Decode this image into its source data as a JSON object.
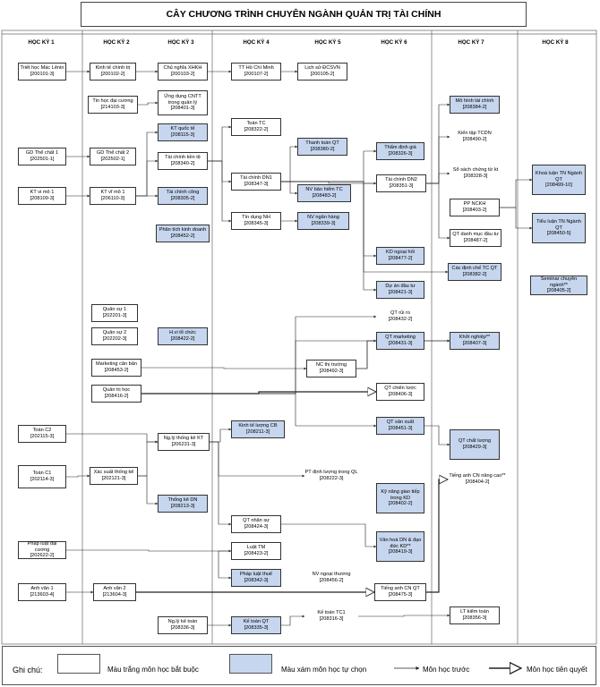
{
  "title": "CÂY CHƯƠNG TRÌNH CHUYÊN NGÀNH QUẢN TRỊ TÀI CHÍNH",
  "semesters": [
    "HỌC KỲ 1",
    "HỌC KỲ 2",
    "HỌC KỲ 3",
    "HỌC KỲ 4",
    "HỌC KỲ 5",
    "HỌC KỲ 6",
    "HỌC KỲ 7",
    "HỌC KỲ 8"
  ],
  "courses": {
    "c_mac": {
      "name": "Triết học Mác Lênin",
      "code": "[200101-3]"
    },
    "c_gdtc1": {
      "name": "GD Thể chất 1",
      "code": "[202501-1]"
    },
    "c_vimo1": {
      "name": "KT vi mô 1",
      "code": "[208109-3]"
    },
    "c_toanc2": {
      "name": "Toán C2",
      "code": "[202115-3]"
    },
    "c_toanc1": {
      "name": "Toán C1",
      "code": "[202114-3]"
    },
    "c_phapluat": {
      "name": "Pháp luật đại cương",
      "code": "[202622-2]"
    },
    "c_av1": {
      "name": "Anh văn 1",
      "code": "[213603-4]"
    },
    "c_ktct": {
      "name": "Kinh tế chính trị",
      "code": "[200102-2]"
    },
    "c_tindc": {
      "name": "Tin học đại cương",
      "code": "[214103-3]"
    },
    "c_gdtc2": {
      "name": "GD Thể chất 2",
      "code": "[202502-1]"
    },
    "c_vimo2": {
      "name": "KT vĩ mô 1",
      "code": "[206110-3]"
    },
    "c_qs1": {
      "name": "Quân sự 1",
      "code": "[202201-3]"
    },
    "c_qs2": {
      "name": "Quân sự 2",
      "code": "[202202-3]"
    },
    "c_mkt": {
      "name": "Marketing căn bản",
      "code": "[208453-2]"
    },
    "c_qth": {
      "name": "Quản trị học",
      "code": "[208416-2]"
    },
    "c_xstk": {
      "name": "Xác suất thống kê",
      "code": "[202121-3]"
    },
    "c_av2": {
      "name": "Anh văn 2",
      "code": "[213604-3]"
    },
    "c_cnxh": {
      "name": "Chủ nghĩa XHKH",
      "code": "[200103-2]"
    },
    "c_cntt": {
      "name": "Ứng dụng CNTT trong quản lý",
      "code": "[208401-3]"
    },
    "c_ktqt": {
      "name": "KT quốc tế",
      "code": "[208115-3]"
    },
    "c_tctt": {
      "name": "Tài chính tiền tệ",
      "code": "[208340-2]"
    },
    "c_tccong": {
      "name": "Tài chính công",
      "code": "[208305-2]"
    },
    "c_ptkd": {
      "name": "Phân tích kinh doanh",
      "code": "[208452-2]"
    },
    "c_hvtc": {
      "name": "H.vi tổ chức",
      "code": "[208422-2]"
    },
    "c_nltk": {
      "name": "Ng.lý thống kê KT",
      "code": "[206231-3]"
    },
    "c_tkdn": {
      "name": "Thống kê DN",
      "code": "[208213-3]"
    },
    "c_nlkt": {
      "name": "Ng.lý kế toán",
      "code": "[208336-3]"
    },
    "c_hcm": {
      "name": "TT Hồ Chí Minh",
      "code": "[200107-2]"
    },
    "c_toantc": {
      "name": "Toán TC",
      "code": "[208322-2]"
    },
    "c_tcdn1": {
      "name": "Tài chính DN1",
      "code": "[208347-3]"
    },
    "c_tdnh": {
      "name": "Tín dụng NH",
      "code": "[208345-3]"
    },
    "c_ktlcb": {
      "name": "Kinh tế lượng CB",
      "code": "[208211-3]"
    },
    "c_qtns": {
      "name": "QT nhân sự",
      "code": "[208424-3]"
    },
    "c_ltm": {
      "name": "Luật TM",
      "code": "[208423-2]"
    },
    "c_plthue": {
      "name": "Pháp luật thuế",
      "code": "[208342-3]"
    },
    "c_ktqt2": {
      "name": "Kế toán QT",
      "code": "[208335-3]"
    },
    "c_lsdcs": {
      "name": "Lịch sử ĐCSVN",
      "code": "[200105-2]"
    },
    "c_ttqt": {
      "name": "Thanh toán QT",
      "code": "[208380-2]"
    },
    "c_nvbh": {
      "name": "NV bảo hiểm TC",
      "code": "[208483-2]"
    },
    "c_nvnh": {
      "name": "NV ngân hàng",
      "code": "[208339-3]"
    },
    "c_ncth": {
      "name": "NC thị trường",
      "code": "[208492-3]"
    },
    "c_ptdl": {
      "name": "PT định lượng trong QL",
      "code": "[208222-3]"
    },
    "c_nvnt": {
      "name": "NV ngoại thương",
      "code": "[208456-2]"
    },
    "c_kttc1": {
      "name": "Kế toán TC1",
      "code": "[208316-3]"
    },
    "c_tddg": {
      "name": "Thẩm định giá",
      "code": "[208326-3]"
    },
    "c_tcdn2": {
      "name": "Tài chính DN2",
      "code": "[208351-3]"
    },
    "c_kdngh": {
      "name": "KD ngoại hối",
      "code": "[208477-2]"
    },
    "c_daut": {
      "name": "Dự án đầu tư",
      "code": "[208421-3]"
    },
    "c_qtrr": {
      "name": "QT rủi ro",
      "code": "[208432-2]"
    },
    "c_qtmkt": {
      "name": "QT marketing",
      "code": "[208431-3]"
    },
    "c_qtcl": {
      "name": "QT chiến lược",
      "code": "[208406-3]"
    },
    "c_qtsx": {
      "name": "QT sản xuất",
      "code": "[208451-3]"
    },
    "c_knggt": {
      "name": "Kỹ năng giao tiếp trong KD",
      "code": "[208402-2]"
    },
    "c_vhdn": {
      "name": "Văn hoá DN & đạo đức KD**",
      "code": "[208419-3]"
    },
    "c_tacnqt": {
      "name": "Tiếng anh CN QT",
      "code": "[208475-3]"
    },
    "c_mhtc": {
      "name": "Mô hình tài chính",
      "code": "[208384-2]"
    },
    "c_kttcdn": {
      "name": "Kiến tập TCDN",
      "code": "[208490-2]"
    },
    "c_ssck": {
      "name": "Sổ sách chứng từ kt",
      "code": "[208328-3]"
    },
    "c_ppnckh": {
      "name": "PP NCKH",
      "code": "[208403-2]"
    },
    "c_qtdmdt": {
      "name": "QT danh mục đầu tư",
      "code": "[208487-2]"
    },
    "c_cdc": {
      "name": "Các định chế TC QT",
      "code": "[208382-2]"
    },
    "c_knghiep": {
      "name": "Khởi nghiệp**",
      "code": "[208407-3]"
    },
    "c_qtclg": {
      "name": "QT chất lượng",
      "code": "[208429-3]"
    },
    "c_tacnnc": {
      "name": "Tiếng anh CN nâng cao**",
      "code": "[208404-2]"
    },
    "c_ltkt": {
      "name": "LT kiểm toán",
      "code": "[208356-3]"
    },
    "c_kltn": {
      "name": "Khoá luận TN Ngành QT",
      "code": "[208499-10]"
    },
    "c_tltn": {
      "name": "Tiểu luận TN Ngành QT",
      "code": "[208450-5]"
    },
    "c_semi": {
      "name": "Seminar chuyên ngành**",
      "code": "[208405-2]"
    }
  },
  "legend": {
    "label": "Ghi chú:",
    "required": "Màu trắng môn học bắt buộc",
    "elective": "Màu xám môn học tự chọn",
    "prereq": "Môn học trước",
    "coreq": "Môn học tiên quyết"
  },
  "colors": {
    "elective": "#c6d6ee",
    "required": "#ffffff",
    "line": "#222222"
  }
}
